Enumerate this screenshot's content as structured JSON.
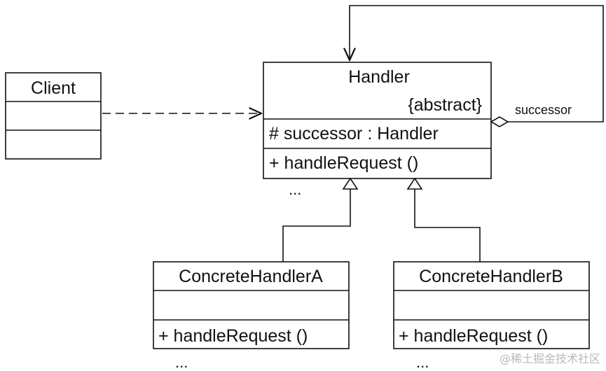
{
  "diagram": {
    "client": {
      "name": "Client"
    },
    "handler": {
      "name": "Handler",
      "stereotype": "{abstract}",
      "attribute": "# successor : Handler",
      "operation": "+ handleRequest ()",
      "ellipsis": "..."
    },
    "concrete_a": {
      "name": "ConcreteHandlerA",
      "operation": "+ handleRequest ()",
      "ellipsis": "..."
    },
    "concrete_b": {
      "name": "ConcreteHandlerB",
      "operation": "+ handleRequest ()",
      "ellipsis": "..."
    },
    "association_label": "successor",
    "watermark": "@稀土掘金技术社区"
  }
}
